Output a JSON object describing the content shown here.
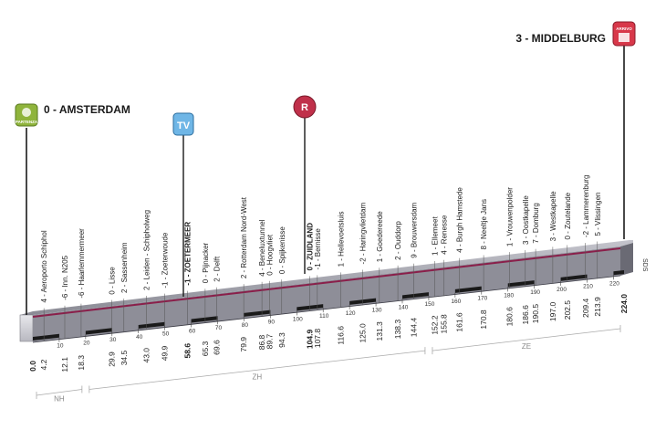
{
  "colors": {
    "profile_top": "#9b9ba4",
    "profile_front": "#d8d8dc",
    "profile_side": "#6a6a74",
    "stripe": "#8a1f4a",
    "start_badge": "#8fb43c",
    "tv_badge": "#6fb6e6",
    "feed_badge": "#c0304a",
    "finish_badge": "#d8384a"
  },
  "start": {
    "name": "0 - AMSTERDAM",
    "badge": "PARTENZA"
  },
  "tv": {
    "label": "TV"
  },
  "feed": {
    "label": "R"
  },
  "finish": {
    "name": "3 - MIDDELBURG",
    "badge": "ARRIVO"
  },
  "sds_label": "SDS",
  "provinces": [
    {
      "code": "NH",
      "from_km": 0,
      "to_km": 20
    },
    {
      "code": "ZH",
      "from_km": 20,
      "to_km": 150
    },
    {
      "code": "ZE",
      "from_km": 150,
      "to_km": 224
    }
  ],
  "chart_data": {
    "type": "profile",
    "total_km": 224.0,
    "axis_ticks": [
      10,
      20,
      30,
      40,
      50,
      60,
      70,
      80,
      90,
      100,
      110,
      120,
      130,
      140,
      150,
      160,
      170,
      180,
      190,
      200,
      210,
      220
    ],
    "points": [
      {
        "name": "0 - AMSTERDAM",
        "km": "0.0",
        "bold": true
      },
      {
        "name": "4 - Aeroporto Schiphol",
        "km": "4.2"
      },
      {
        "name": "-6 - Inn. N205",
        "km": "12.1"
      },
      {
        "name": "-6 - Haarlemmermeer",
        "km": "18.3"
      },
      {
        "name": "0 - Lisse",
        "km": "29.9"
      },
      {
        "name": "2 - Sassenheim",
        "km": "34.5"
      },
      {
        "name": "2 - Leiden - Schipholweg",
        "km": "43.0"
      },
      {
        "name": "-1 - Zoeterwoude",
        "km": "49.9"
      },
      {
        "name": "-1 - ZOETERMEER",
        "km": "58.6",
        "bold": true
      },
      {
        "name": "0 - Pijnacker",
        "km": "65.3"
      },
      {
        "name": "2 - Delft",
        "km": "69.6"
      },
      {
        "name": "2 - Rotterdam Nord-West",
        "km": "79.9"
      },
      {
        "name": "4 - Beneluxtunnel",
        "km": "86.8"
      },
      {
        "name": "0 - Hoogvliet",
        "km": "89.7"
      },
      {
        "name": "0 - Spijkenisse",
        "km": "94.3"
      },
      {
        "name": "0 - ZUIDLAND",
        "km": "104.9",
        "bold": true
      },
      {
        "name": "-1 - Bernisse",
        "km": "107.8"
      },
      {
        "name": "1 - Hellevoetsluis",
        "km": "116.6"
      },
      {
        "name": "-2 - Haringvlietdam",
        "km": "125.0"
      },
      {
        "name": "1 - Goedereede",
        "km": "131.3"
      },
      {
        "name": "2 - Ouddorp",
        "km": "138.3"
      },
      {
        "name": "9 - Brouwersdam",
        "km": "144.4"
      },
      {
        "name": "1 - Ellemeet",
        "km": "152.2"
      },
      {
        "name": "4 - Renesse",
        "km": "155.8"
      },
      {
        "name": "4 - Burgh Hamstede",
        "km": "161.6"
      },
      {
        "name": "8 - Neeltje Jans",
        "km": "170.8"
      },
      {
        "name": "1 - Vrouwenpolder",
        "km": "180.6"
      },
      {
        "name": "3 - Oostkapelle",
        "km": "186.6"
      },
      {
        "name": "7 - Domburg",
        "km": "190.5"
      },
      {
        "name": "3 - Westkapelle",
        "km": "197.0"
      },
      {
        "name": "0 - Zoutelande",
        "km": "202.5"
      },
      {
        "name": "-2 - Lammerenburg",
        "km": "209.4"
      },
      {
        "name": "5 - Vlissingen",
        "km": "213.9"
      },
      {
        "name": "3 - MIDDELBURG",
        "km": "224.0",
        "bold": true
      }
    ]
  }
}
